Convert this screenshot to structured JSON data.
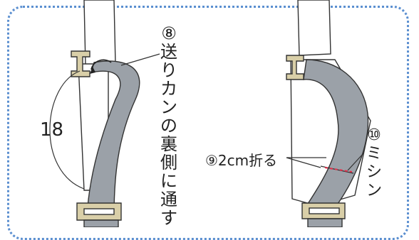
{
  "step8": {
    "number": "⑧",
    "text": [
      "送",
      "り",
      "カ",
      "ン",
      "の",
      "裏",
      "側",
      "に",
      "通",
      "す"
    ]
  },
  "measure": "18",
  "step9": "⑨2cm折る",
  "step10": {
    "number": "⑩",
    "text": [
      "ミ",
      "シ",
      "ン"
    ]
  },
  "colors": {
    "border": "#5b8fd0",
    "strap": "#9ba1a8",
    "buckle": "#d9cfa8",
    "stitch": "#e0304a"
  }
}
